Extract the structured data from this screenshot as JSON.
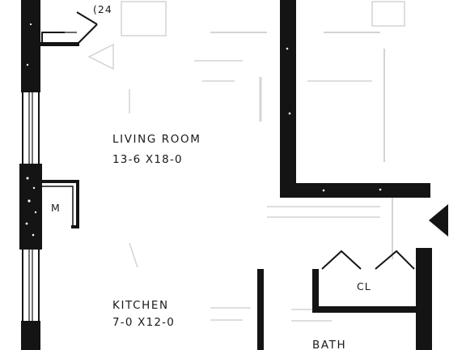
{
  "rooms": {
    "living": {
      "name": "LIVING ROOM",
      "dims": "13-6 X18-0"
    },
    "kitchen": {
      "name": "KITCHEN",
      "dims": "7-0 X12-0"
    },
    "bath": {
      "name": "BATH"
    }
  },
  "labels": {
    "closet": "CL",
    "meter": "M",
    "top_fragment": "(24"
  },
  "colors": {
    "ink": "#141414",
    "paper": "#ffffff",
    "ghost": "#d4d4d4"
  }
}
